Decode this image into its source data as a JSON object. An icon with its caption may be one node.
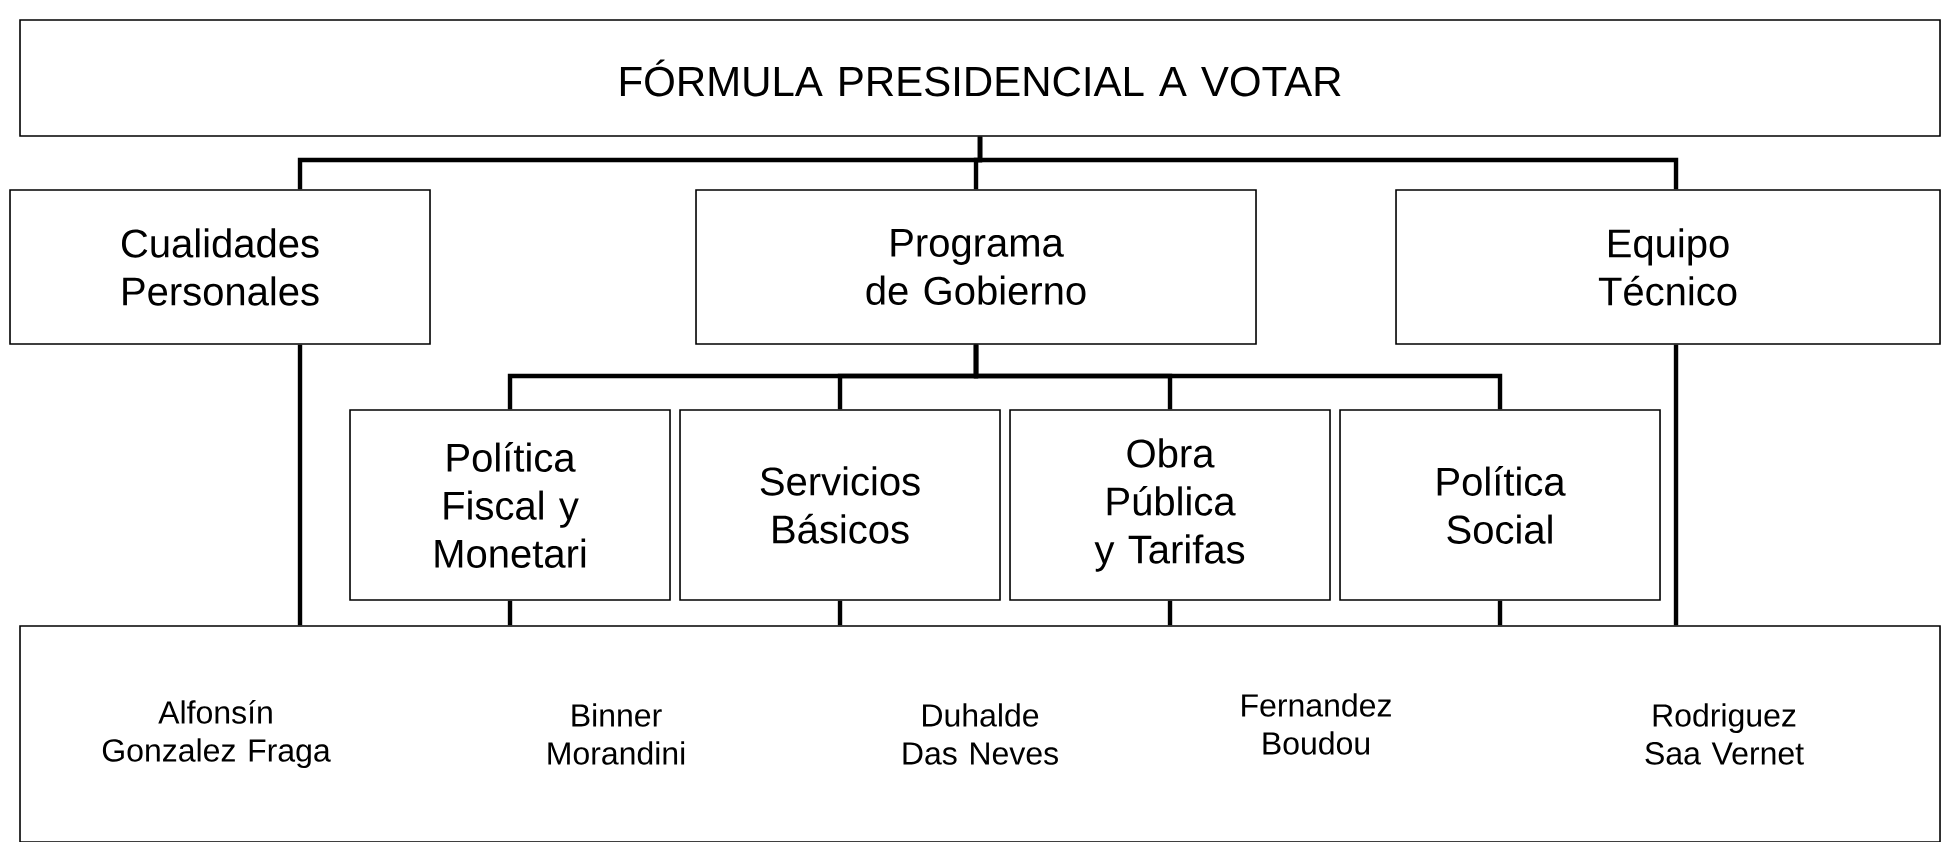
{
  "diagram": {
    "nodes": [
      {
        "text": [
          "FÓRMULA PRESIDENCIAL A VOTAR"
        ]
      },
      {
        "text": [
          "Cualidades Personales"
        ]
      },
      {
        "text": [
          "Programa de Gobierno"
        ]
      },
      {
        "text": [
          "Equipo Técnico"
        ]
      },
      {
        "text": [
          "Política Fiscal y Monetari"
        ]
      },
      {
        "text": [
          "Servicios Básicos"
        ]
      },
      {
        "text": [
          "Obra Pública y Tarifas"
        ]
      },
      {
        "text": [
          "Política Social"
        ]
      },
      {
        "text": [],
        "shape": "box"
      },
      {
        "text": [
          "Alfonsín Gonzalez Fraga"
        ],
        "in": 8
      },
      {
        "text": [
          "Binner Morandini"
        ],
        "in": 8
      },
      {
        "text": [
          "Duhalde Das Neves"
        ],
        "in": 8
      },
      {
        "text": [
          "Fernandez Boudou"
        ],
        "in": 8
      },
      {
        "text": [
          "Rodriguez Saa Vernet"
        ],
        "in": 8
      }
    ],
    "edges": [
      {
        "from": 0,
        "to": 1,
        "arrow": "none"
      },
      {
        "from": 0,
        "to": 2,
        "arrow": "none"
      },
      {
        "from": 0,
        "to": 3,
        "arrow": "none"
      },
      {
        "from": 2,
        "to": 4,
        "arrow": "none"
      },
      {
        "from": 2,
        "to": 5,
        "arrow": "none"
      },
      {
        "from": 2,
        "to": 6,
        "arrow": "none"
      },
      {
        "from": 2,
        "to": 7,
        "arrow": "none"
      },
      {
        "from": 1,
        "to": 8,
        "arrow": "none"
      },
      {
        "from": 4,
        "to": 8,
        "arrow": "none"
      },
      {
        "from": 5,
        "to": 8,
        "arrow": "none"
      },
      {
        "from": 6,
        "to": 8,
        "arrow": "none"
      },
      {
        "from": 7,
        "to": 8,
        "arrow": "none"
      },
      {
        "from": 3,
        "to": 8,
        "arrow": "none"
      }
    ]
  }
}
